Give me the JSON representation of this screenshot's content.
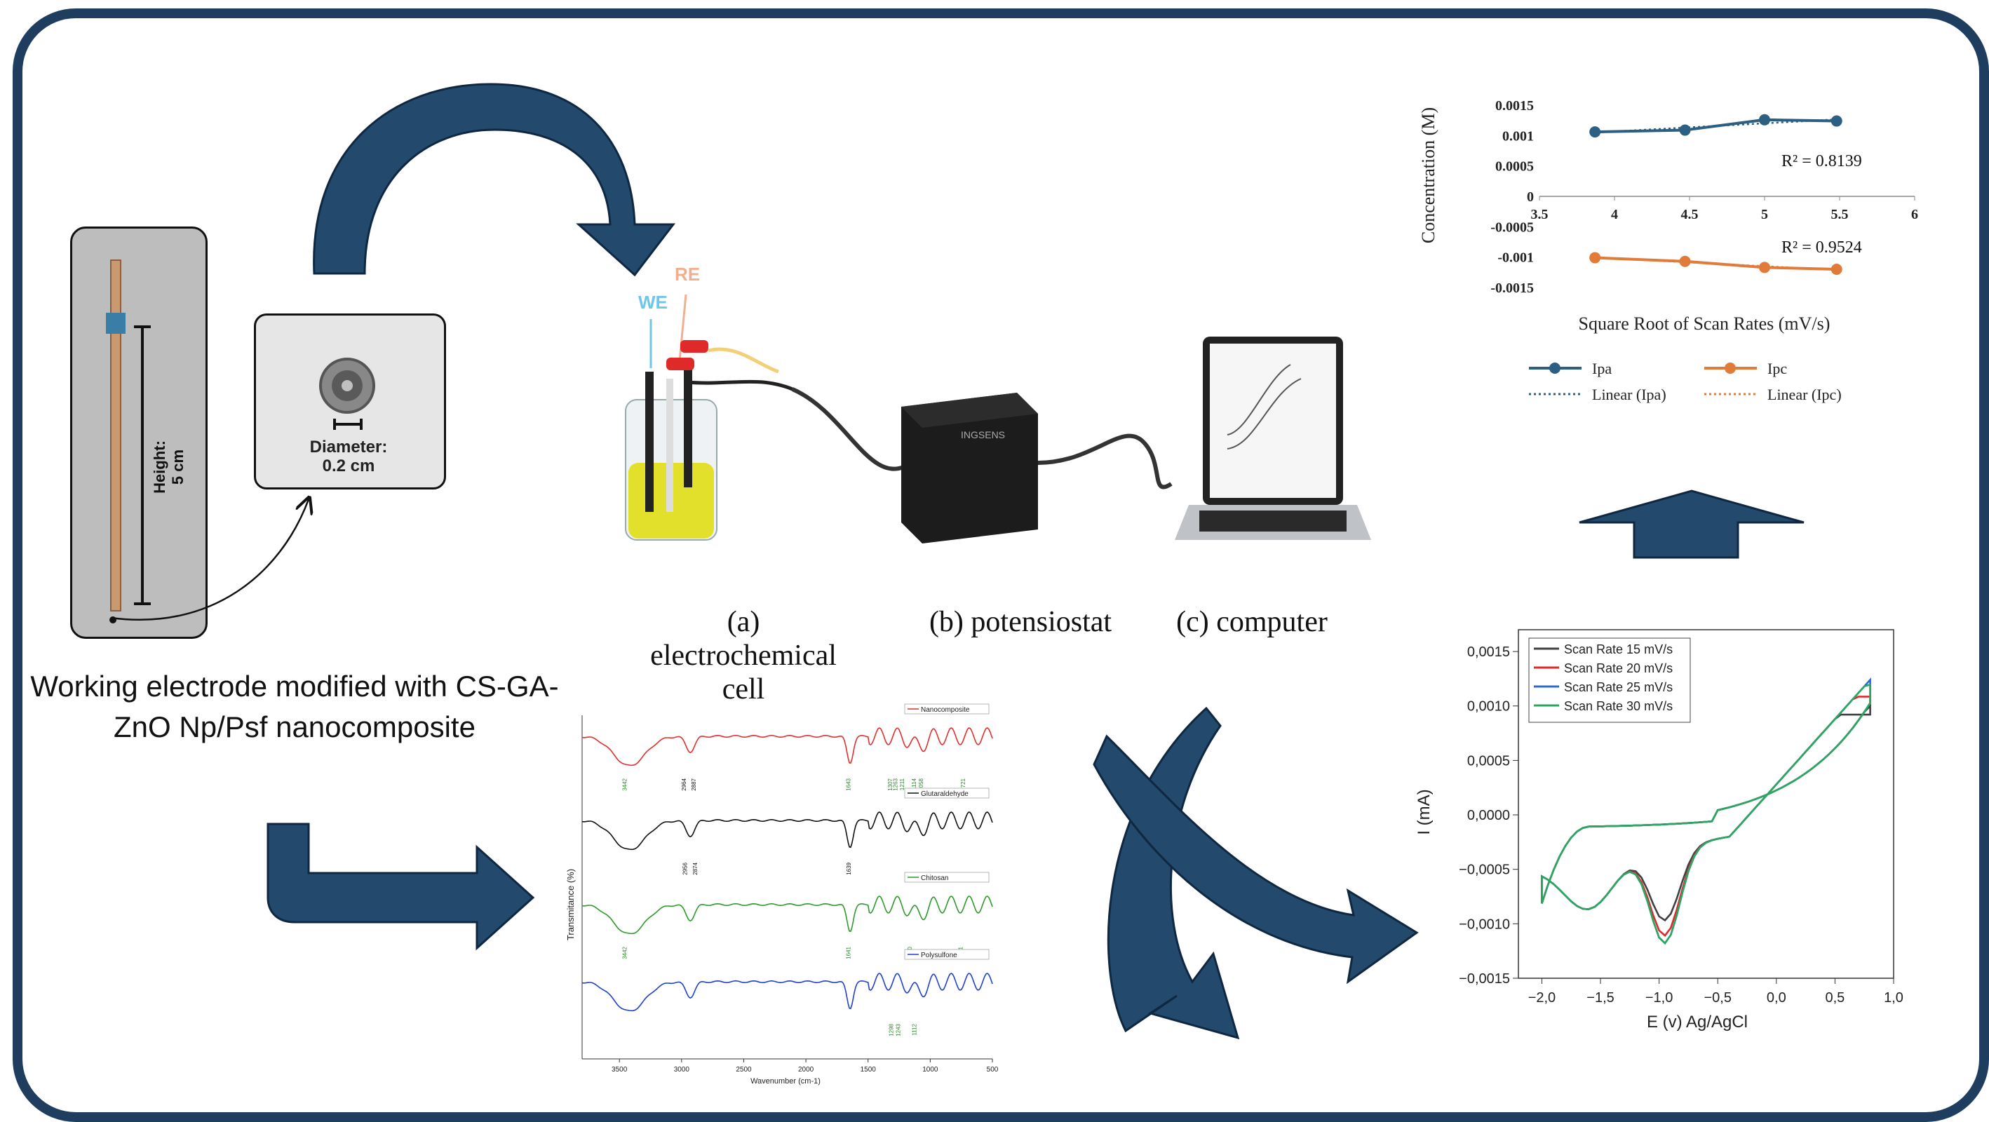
{
  "electrode": {
    "height_label": "Height:",
    "height_value": "5 cm",
    "diameter_label": "Diameter:",
    "diameter_value": "0.2 cm",
    "caption": "Working electrode modified with CS-GA-ZnO Np/Psf nanocomposite"
  },
  "setup": {
    "cell_label": "(a) electrochemical cell",
    "potentiostat_label": "(b) potensiostat",
    "computer_label": "(c) computer",
    "we_tag": "WE",
    "re_tag": "RE",
    "device_brand": "INGSENS"
  },
  "ftir": {
    "xlabel": "Wavenumber (cm-1)",
    "ylabel": "Transmitance (%)",
    "xticks": [
      "3500",
      "3000",
      "2500",
      "2000",
      "1500",
      "1000",
      "500"
    ],
    "spectra": [
      {
        "name": "Nanocomposite",
        "color": "#e03030",
        "peaks": [
          "3442",
          "2964",
          "2887",
          "1643",
          "1307",
          "1263",
          "1211",
          "1114",
          "1058",
          "721"
        ]
      },
      {
        "name": "Glutaraldehyde",
        "color": "#111111",
        "peaks": [
          "2956",
          "2874",
          "1639"
        ]
      },
      {
        "name": "Chitosan",
        "color": "#2e9a2e",
        "peaks": [
          "3442",
          "1641",
          "1150",
          "741"
        ]
      },
      {
        "name": "Polysulfone",
        "color": "#2040d0",
        "peaks": [
          "1298",
          "1243",
          "1112"
        ]
      }
    ]
  },
  "chart_data": [
    {
      "type": "line",
      "title": "",
      "xlabel": "Square Root of Scan Rates (mV/s)",
      "ylabel": "Concentration (M)",
      "xlim": [
        3.5,
        6
      ],
      "ylim": [
        -0.0015,
        0.0015
      ],
      "xticks": [
        "3.5",
        "4",
        "4.5",
        "5",
        "5.5",
        "6"
      ],
      "yticks": [
        "0.0015",
        "0.001",
        "0.0005",
        "0",
        "-0.0005",
        "-0.001",
        "-0.0015"
      ],
      "annotations": [
        "R² = 0.8139",
        "R² = 0.9524"
      ],
      "legend_position": "bottom",
      "series": [
        {
          "name": "Ipa",
          "color": "#2c5f82",
          "x": [
            3.87,
            4.47,
            5.0,
            5.48
          ],
          "y": [
            0.00106,
            0.00109,
            0.00126,
            0.00124
          ]
        },
        {
          "name": "Ipc",
          "color": "#e07b39",
          "x": [
            3.87,
            4.47,
            5.0,
            5.48
          ],
          "y": [
            -0.00101,
            -0.00107,
            -0.00117,
            -0.0012
          ]
        },
        {
          "name": "Linear (Ipa)",
          "color": "#2c5f82",
          "dashed": true
        },
        {
          "name": "Linear (Ipc)",
          "color": "#e07b39",
          "dashed": true
        }
      ]
    },
    {
      "type": "line",
      "title": "",
      "xlabel": "E (v) Ag/AgCl",
      "ylabel": "I (mA)",
      "xlim": [
        -2.2,
        1.0
      ],
      "ylim": [
        -0.0015,
        0.0017
      ],
      "xticks": [
        "−2,0",
        "−1,5",
        "−1,0",
        "−0,5",
        "0,0",
        "0,5",
        "1,0"
      ],
      "yticks": [
        "0,0015",
        "0,0010",
        "0,0005",
        "0,0000",
        "−0,0005",
        "−0,0010",
        "−0,0015"
      ],
      "legend_position": "top-left",
      "series": [
        {
          "name": "Scan Rate 15 mV/s",
          "color": "#404040"
        },
        {
          "name": "Scan Rate 20 mV/s",
          "color": "#e02a2a"
        },
        {
          "name": "Scan Rate 25 mV/s",
          "color": "#2a6ad6"
        },
        {
          "name": "Scan Rate 30 mV/s",
          "color": "#2aa860"
        }
      ]
    }
  ]
}
